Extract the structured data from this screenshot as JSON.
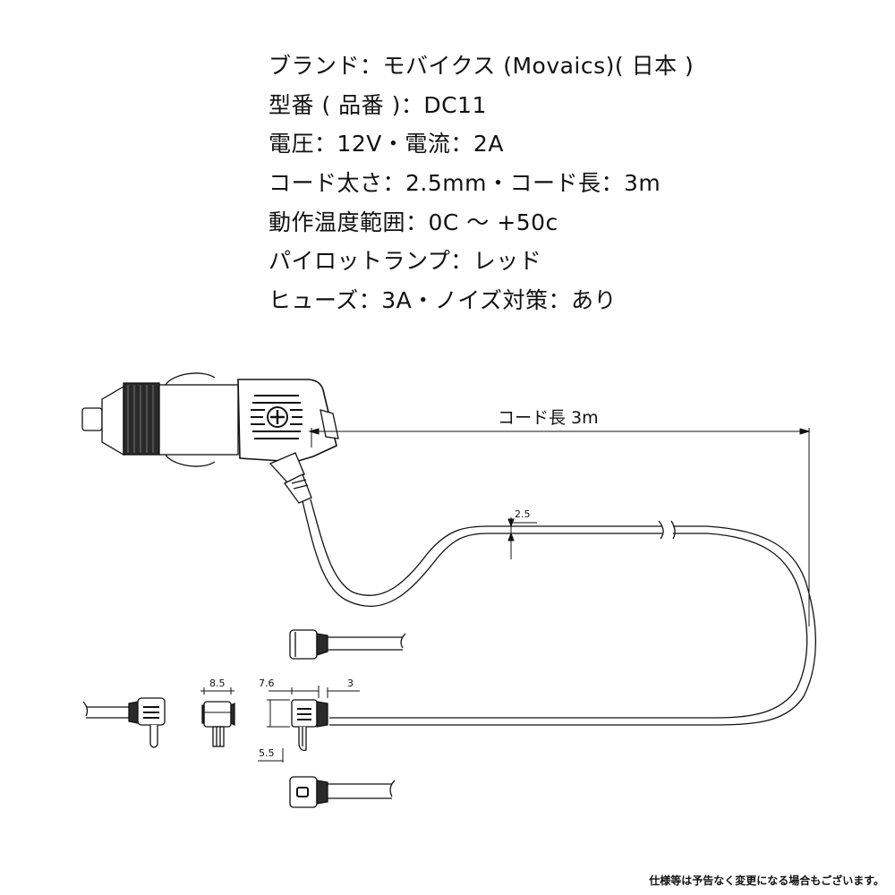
{
  "specs": [
    "ブランド：モバイクス (Movaics)( 日本 )",
    "型番 ( 品番 )：DC11",
    "電圧：12V・電流：2A",
    "コード太さ：2.5mm・コード長：3m",
    "動作温度範囲：0C ～ +50c",
    "パイロットランプ：レッド",
    "ヒューズ：3A・ノイズ対策：あり"
  ],
  "diagram": {
    "cord_length_label": "コード長 3m",
    "cord_thickness_label": "2.5",
    "dim_width": "8.5",
    "dim_length": "7.6",
    "dim_offset": "3",
    "dim_height": "5.5"
  },
  "footnote": "仕様等は予告なく変更になる場合もございます。"
}
